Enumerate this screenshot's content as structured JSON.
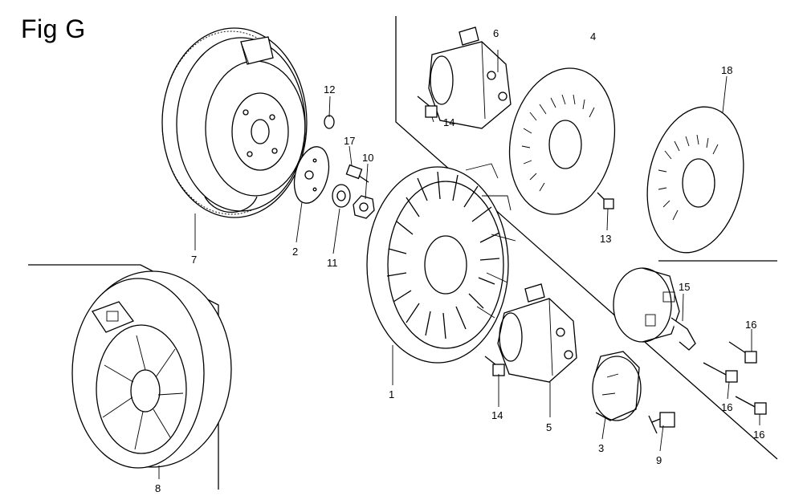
{
  "figure": {
    "title": "Fig G"
  },
  "callouts": {
    "p1": "1",
    "p2": "2",
    "p3": "3",
    "p4": "4",
    "p5": "5",
    "p6": "6",
    "p7": "7",
    "p8": "8",
    "p9": "9",
    "p10": "10",
    "p11": "11",
    "p12": "12",
    "p13": "13",
    "p14a": "14",
    "p14b": "14",
    "p15": "15",
    "p16a": "16",
    "p16b": "16",
    "p16c": "16",
    "p17": "17",
    "p18": "18"
  }
}
